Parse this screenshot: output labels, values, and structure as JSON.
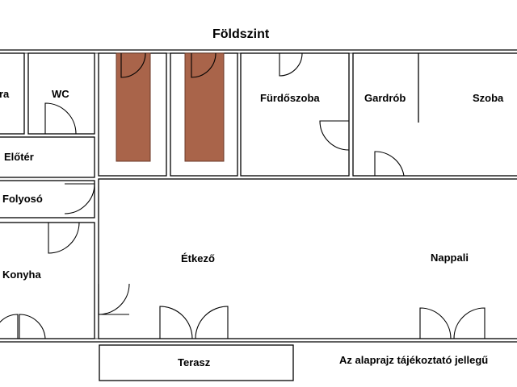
{
  "title": "Földszint",
  "note": "Az alaprajz tájékoztató jellegű",
  "rooms": {
    "kamra_partial": "ra",
    "wc": "WC",
    "furdoszoba": "Fürdőszoba",
    "gardrob": "Gardrób",
    "szoba": "Szoba",
    "eloter": "Előtér",
    "folyoso": "Folyosó",
    "konyha": "Konyha",
    "etkezo": "Étkező",
    "nappali": "Nappali",
    "terasz": "Terasz"
  },
  "colors": {
    "closet": "#a9644a",
    "walls": "#000000"
  }
}
